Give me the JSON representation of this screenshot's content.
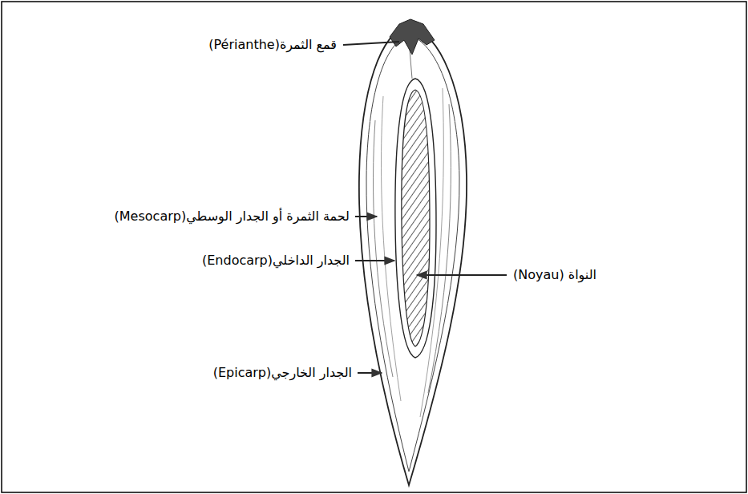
{
  "diagram": {
    "labels": [
      "قمع الثمرة(Périanthe)",
      "لحمة الثمرة أو الجدار الوسطي(Mesocarp)",
      "الجدار الداخلي(Endocarp)",
      "النواة (Noyau)",
      "الجدار الخارجي(Epicarp)"
    ]
  }
}
